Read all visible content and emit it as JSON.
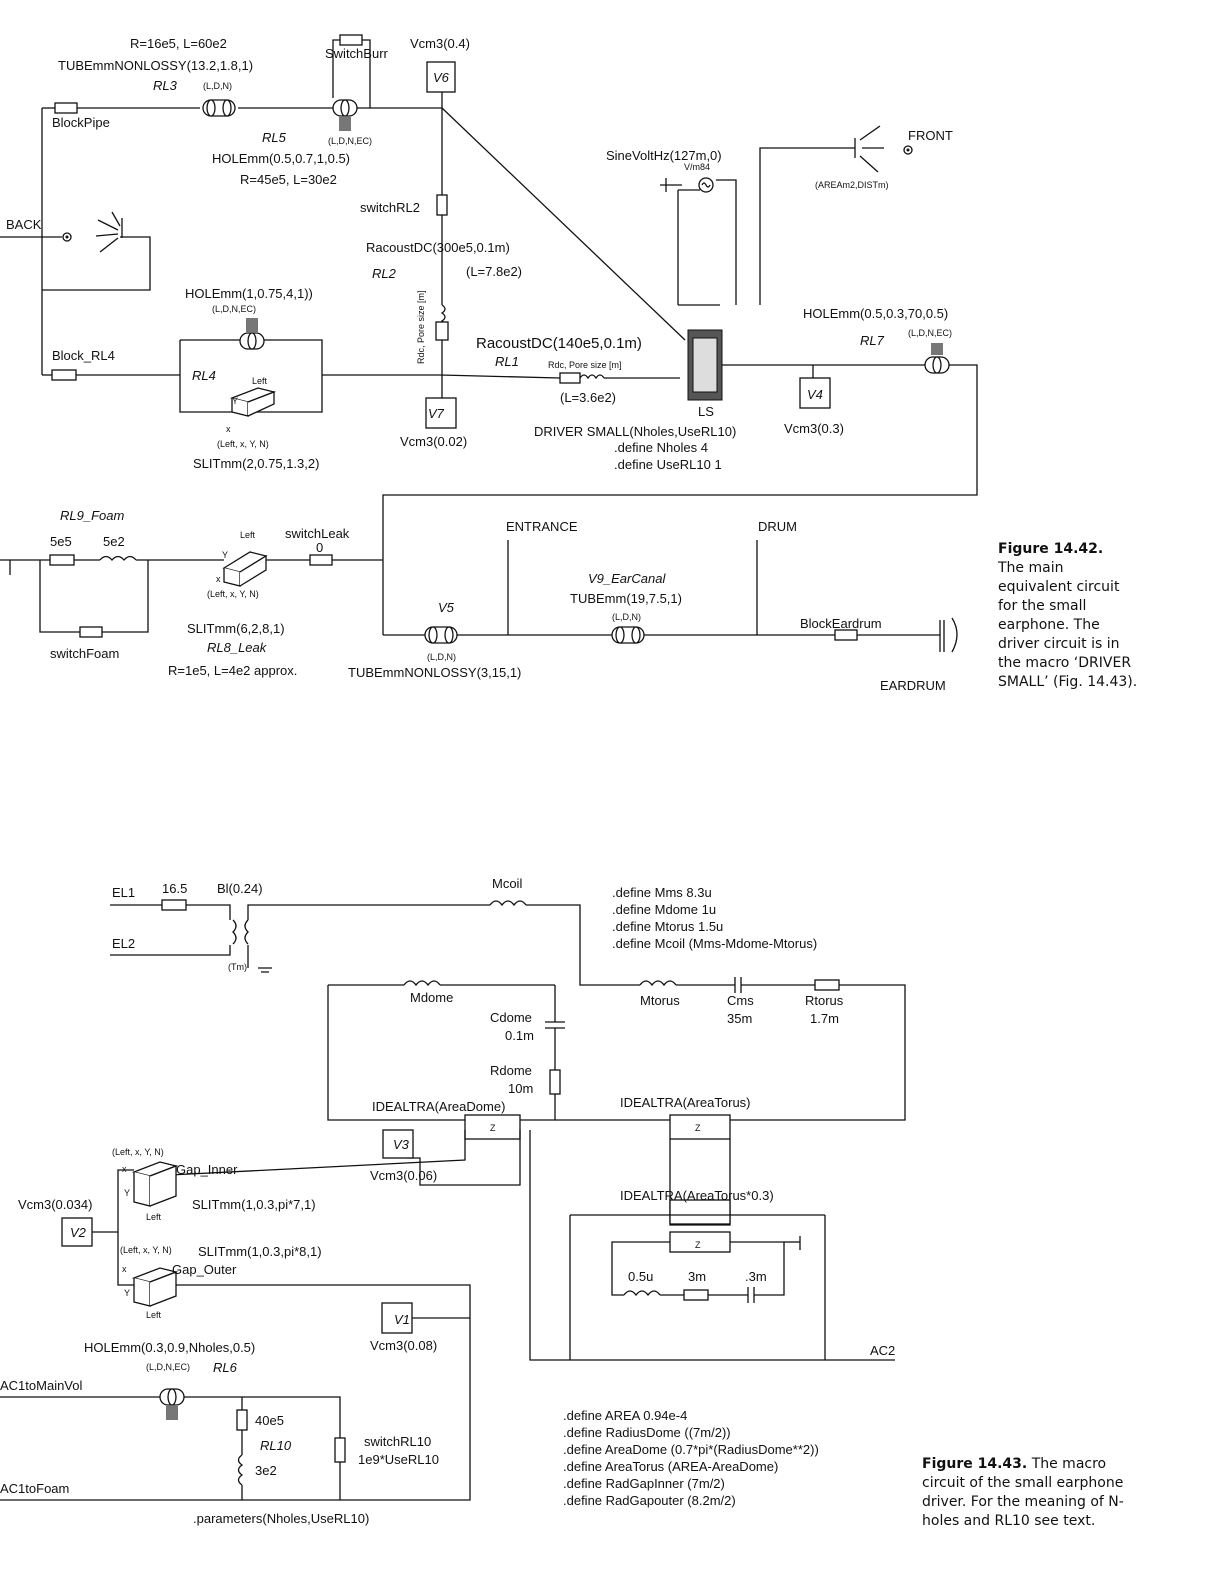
{
  "figure_1442": {
    "caption_number": "Figure 14.42.",
    "caption_lines": [
      "The main",
      "equivalent circuit",
      "for the small",
      "earphone. The",
      "driver circuit is in",
      "the macro ‘DRIVER",
      "SMALL’ (Fig. 14.43)."
    ],
    "labels": {
      "rl3_values": "R=16e5, L=60e2",
      "tube_nonlossy_1": "TUBEmmNONLOSSY(13.2,1.8,1)",
      "rl3": "RL3",
      "rl3_ports": "(L,D,N)",
      "switch_burr": "SwitchBurr",
      "vcm3_04": "Vcm3(0.4)",
      "v6": "V6",
      "block_pipe": "BlockPipe",
      "rl5": "RL5",
      "rl5_ports": "(L,D,N,EC)",
      "hole_rl5": "HOLEmm(0.5,0.7,1,0.5)",
      "rl5_values": "R=45e5, L=30e2",
      "sine": "SineVoltHz(127m,0)",
      "sine_src": "V/m84",
      "front": "FRONT",
      "front_ports": "(AREAm2,DISTm)",
      "back": "BACK",
      "switch_rl2": "switchRL2",
      "racoust_rl2": "RacoustDC(300e5,0.1m)",
      "rl2": "RL2",
      "rl2_L": "(L=7.8e2)",
      "pore_v": "Rdc, Pore size [m]",
      "hole_rl4": "HOLEmm(1,0.75,4,1))",
      "hole_rl4_ports": "(L,D,N,EC)",
      "block_rl4": "Block_RL4",
      "rl4": "RL4",
      "left": "Left",
      "y": "Y",
      "x": "x",
      "slit_ports": "(Left, x, Y, N)",
      "slit_rl4": "SLITmm(2,0.75,1.3,2)",
      "v7": "V7",
      "vcm3_002": "Vcm3(0.02)",
      "racoust_rl1": "RacoustDC(140e5,0.1m)",
      "rl1": "RL1",
      "pore_h": "Rdc, Pore size [m]",
      "rl1_L": "(L=3.6e2)",
      "ls": "LS",
      "driver_small": "DRIVER SMALL(Nholes,UseRL10)",
      "define_nholes": ".define Nholes 4",
      "define_userl10": ".define UseRL10 1",
      "hole_rl7": "HOLEmm(0.5,0.3,70,0.5)",
      "rl7": "RL7",
      "rl7_ports": "(L,D,N,EC)",
      "v4": "V4",
      "vcm3_03": "Vcm3(0.3)",
      "rl9_foam": "RL9_Foam",
      "r5e5": "5e5",
      "l5e2": "5e2",
      "switch_leak": "switchLeak",
      "switch_leak_val": "0",
      "entrance": "ENTRANCE",
      "drum": "DRUM",
      "switch_foam": "switchFoam",
      "slit_rl8": "SLITmm(6,2,8,1)",
      "rl8_leak": "RL8_Leak",
      "rl8_values": "R=1e5, L=4e2 approx.",
      "v5": "V5",
      "tube_v5_ports": "(L,D,N)",
      "tube_nonlossy_2": "TUBEmmNONLOSSY(3,15,1)",
      "v9_ear": "V9_EarCanal",
      "tube_ear": "TUBEmm(19,7.5,1)",
      "tube_ear_ports": "(L,D,N)",
      "block_eardrum": "BlockEardrum",
      "eardrum": "EARDRUM"
    }
  },
  "figure_1443": {
    "caption_number": "Figure 14.43.",
    "caption_lines": [
      "The macro",
      "circuit of the small earphone",
      "driver. For the meaning of N-",
      "holes and RL10 see text."
    ],
    "labels": {
      "el1": "EL1",
      "r165": "16.5",
      "bl": "Bl(0.24)",
      "el2": "EL2",
      "tm": "(Tm)",
      "mcoil": "Mcoil",
      "def_mms": ".define Mms 8.3u",
      "def_mdome": ".define Mdome 1u",
      "def_mtorus": ".define Mtorus 1.5u",
      "def_mcoil": ".define Mcoil (Mms-Mdome-Mtorus)",
      "mdome": "Mdome",
      "mtorus": "Mtorus",
      "cms": "Cms",
      "cms_val": "35m",
      "rtorus": "Rtorus",
      "rtorus_val": "1.7m",
      "cdome": "Cdome",
      "cdome_val": "0.1m",
      "rdome": "Rdome",
      "rdome_val": "10m",
      "ideal_dome": "IDEALTRA(AreaDome)",
      "ideal_torus": "IDEALTRA(AreaTorus)",
      "ideal_torus03": "IDEALTRA(AreaTorus*0.3)",
      "z": "Z",
      "v3": "V3",
      "vcm3_006": "Vcm3(0.06)",
      "slit_ports": "(Left, x, Y, N)",
      "gap_inner": "Gap_Inner",
      "slit_inner": "SLITmm(1,0.3,pi*7,1)",
      "vcm3_0034": "Vcm3(0.034)",
      "v2": "V2",
      "slit_outer": "SLITmm(1,0.3,pi*8,1)",
      "gap_outer": "Gap_Outer",
      "x": "x",
      "y": "Y",
      "left": "Left",
      "l05u": "0.5u",
      "r3m": "3m",
      "c3m": ".3m",
      "v1": "V1",
      "vcm3_008": "Vcm3(0.08)",
      "ac2": "AC2",
      "hole_rl6": "HOLEmm(0.3,0.9,Nholes,0.5)",
      "rl6_ports": "(L,D,N,EC)",
      "rl6": "RL6",
      "ac1_mainvol": "AC1toMainVol",
      "r40e5": "40e5",
      "rl10": "RL10",
      "l3e2": "3e2",
      "switch_rl10": "switchRL10",
      "switch_rl10_val": "1e9*UseRL10",
      "ac1_foam": "AC1toFoam",
      "params": ".parameters(Nholes,UseRL10)",
      "defines": [
        ".define AREA 0.94e-4",
        ".define RadiusDome ((7m/2))",
        ".define AreaDome (0.7*pi*(RadiusDome**2))",
        ".define AreaTorus (AREA-AreaDome)",
        ".define RadGapInner (7m/2)",
        ".define RadGapouter (8.2m/2)"
      ]
    }
  }
}
